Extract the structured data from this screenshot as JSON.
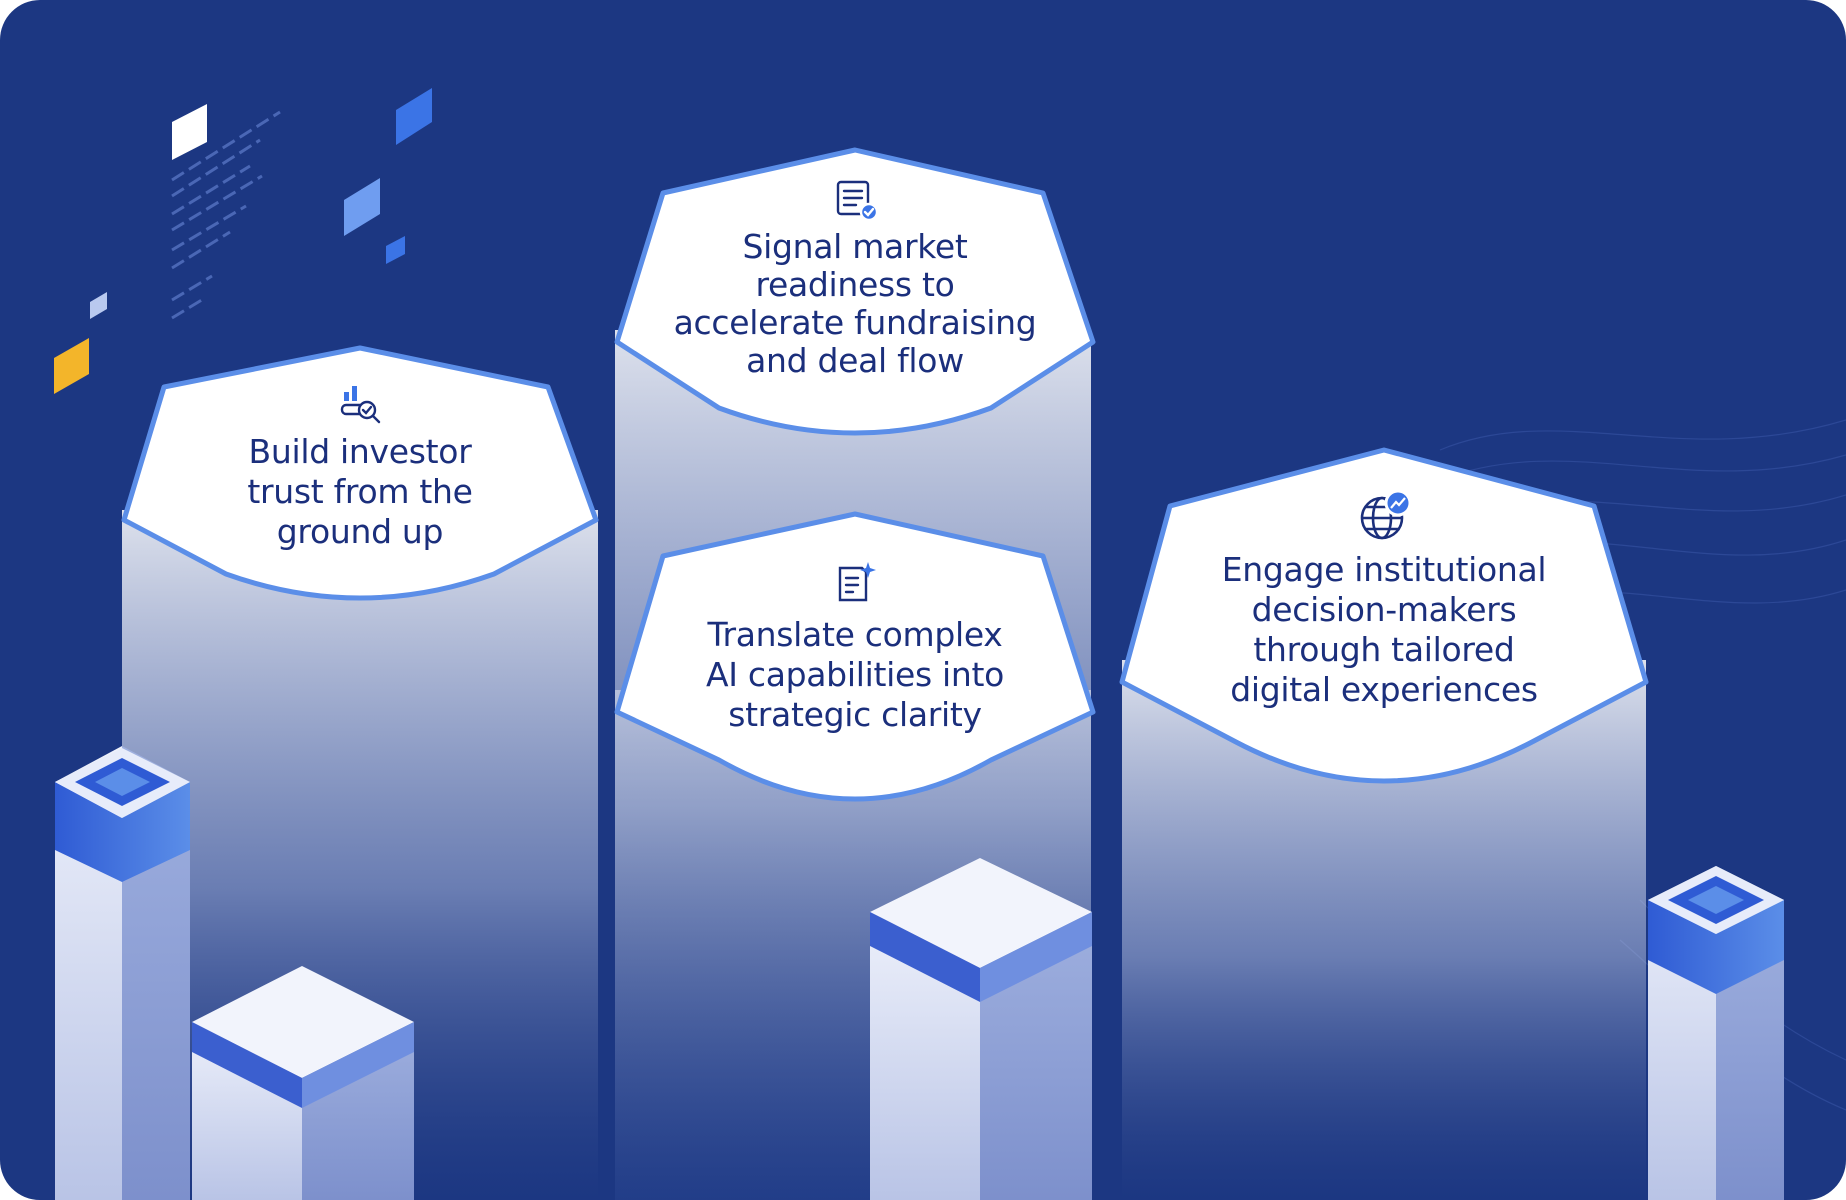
{
  "colors": {
    "background": "#1c3782",
    "card_fill": "#ffffff",
    "card_border": "#5b8ee8",
    "text": "#1b2f7c",
    "accent_blue": "#3b74e6",
    "accent_yellow": "#f3b52a"
  },
  "cards": [
    {
      "icon": "investor-analytics-icon",
      "lines": [
        "Build investor",
        "trust from the",
        "ground up"
      ]
    },
    {
      "icon": "verified-document-icon",
      "lines": [
        "Signal market",
        "readiness to",
        "accelerate fundraising",
        "and deal flow"
      ]
    },
    {
      "icon": "ai-document-sparkle-icon",
      "lines": [
        "Translate complex",
        "AI capabilities into",
        "strategic clarity"
      ]
    },
    {
      "icon": "globe-growth-icon",
      "lines": [
        "Engage institutional",
        "decision-makers",
        "through tailored",
        "digital experiences"
      ]
    }
  ]
}
